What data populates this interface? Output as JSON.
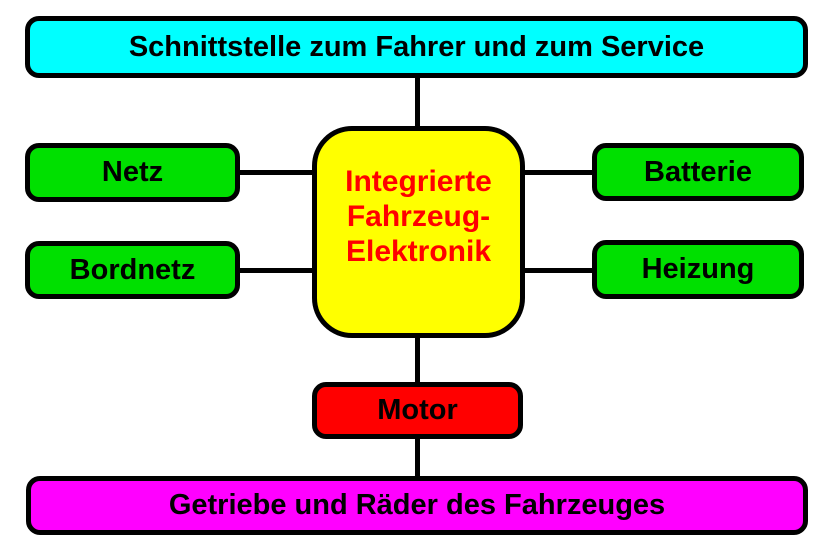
{
  "diagram": {
    "background_color": "#ffffff",
    "connector_color": "#000000",
    "border_color": "#000000",
    "nodes": {
      "schnittstelle": {
        "label": "Schnittstelle zum Fahrer und zum Service",
        "fill": "#00ffff",
        "text_color": "#000000"
      },
      "netz": {
        "label": "Netz",
        "fill": "#00e000",
        "text_color": "#000000"
      },
      "bordnetz": {
        "label": "Bordnetz",
        "fill": "#00e000",
        "text_color": "#000000"
      },
      "zentrale": {
        "lines": [
          "Integrierte",
          "Fahrzeug-",
          "Elektronik"
        ],
        "fill": "#ffff00",
        "text_color": "#ff0000"
      },
      "batterie": {
        "label": "Batterie",
        "fill": "#00e000",
        "text_color": "#000000"
      },
      "heizung": {
        "label": "Heizung",
        "fill": "#00e000",
        "text_color": "#000000"
      },
      "motor": {
        "label": "Motor",
        "fill": "#ff0000",
        "text_color": "#000000"
      },
      "getriebe": {
        "label": "Getriebe und Räder des Fahrzeuges",
        "fill": "#ff00ff",
        "text_color": "#000000"
      }
    },
    "edges": [
      {
        "from": "schnittstelle",
        "to": "zentrale"
      },
      {
        "from": "netz",
        "to": "zentrale"
      },
      {
        "from": "bordnetz",
        "to": "zentrale"
      },
      {
        "from": "zentrale",
        "to": "batterie"
      },
      {
        "from": "zentrale",
        "to": "heizung"
      },
      {
        "from": "zentrale",
        "to": "motor"
      },
      {
        "from": "motor",
        "to": "getriebe"
      }
    ]
  }
}
